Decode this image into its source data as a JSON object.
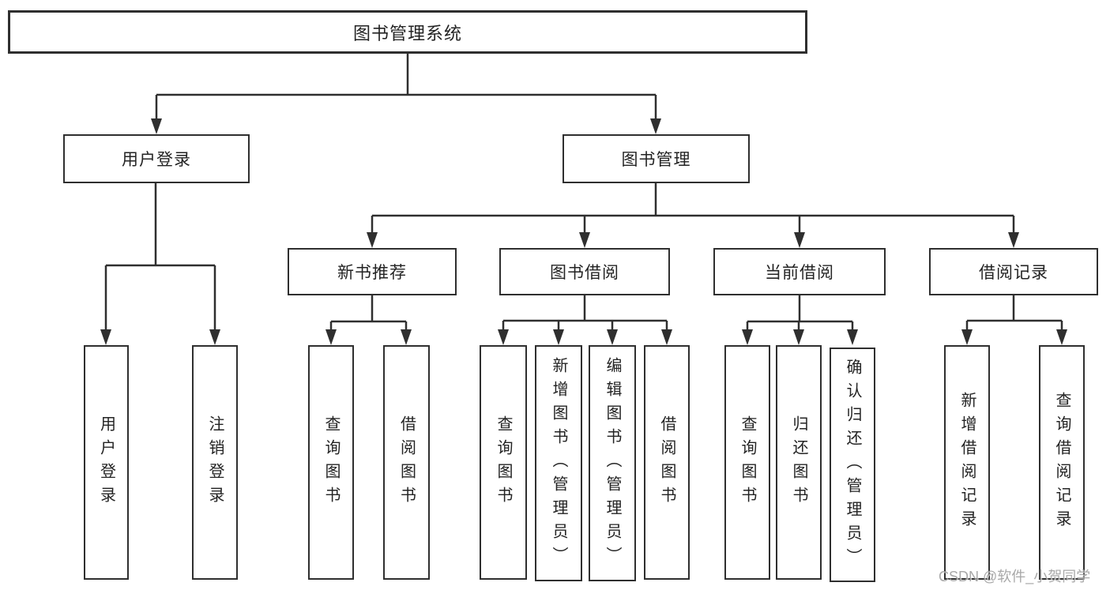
{
  "tree": {
    "root": {
      "label": "图书管理系统"
    },
    "branches": [
      {
        "label": "用户登录",
        "children": [
          {
            "label": "用户登录"
          },
          {
            "label": "注销登录"
          }
        ]
      },
      {
        "label": "图书管理",
        "children": [
          {
            "label": "新书推荐",
            "children": [
              {
                "label": "查询图书"
              },
              {
                "label": "借阅图书"
              }
            ]
          },
          {
            "label": "图书借阅",
            "children": [
              {
                "label": "查询图书"
              },
              {
                "label": "新增图书（管理员）"
              },
              {
                "label": "编辑图书（管理员）"
              },
              {
                "label": "借阅图书"
              }
            ]
          },
          {
            "label": "当前借阅",
            "children": [
              {
                "label": "查询图书"
              },
              {
                "label": "归还图书"
              },
              {
                "label": "确认归还（管理员）"
              }
            ]
          },
          {
            "label": "借阅记录",
            "children": [
              {
                "label": "新增借阅记录"
              },
              {
                "label": "查询借阅记录"
              }
            ]
          }
        ]
      }
    ]
  },
  "watermark": {
    "text": "CSDN @软件_小贺同学"
  },
  "colors": {
    "line": "#2f2f2f",
    "box_border": "#2f2f2f",
    "text": "#232323",
    "watermark": "#9f9f9f",
    "background": "#ffffff"
  }
}
